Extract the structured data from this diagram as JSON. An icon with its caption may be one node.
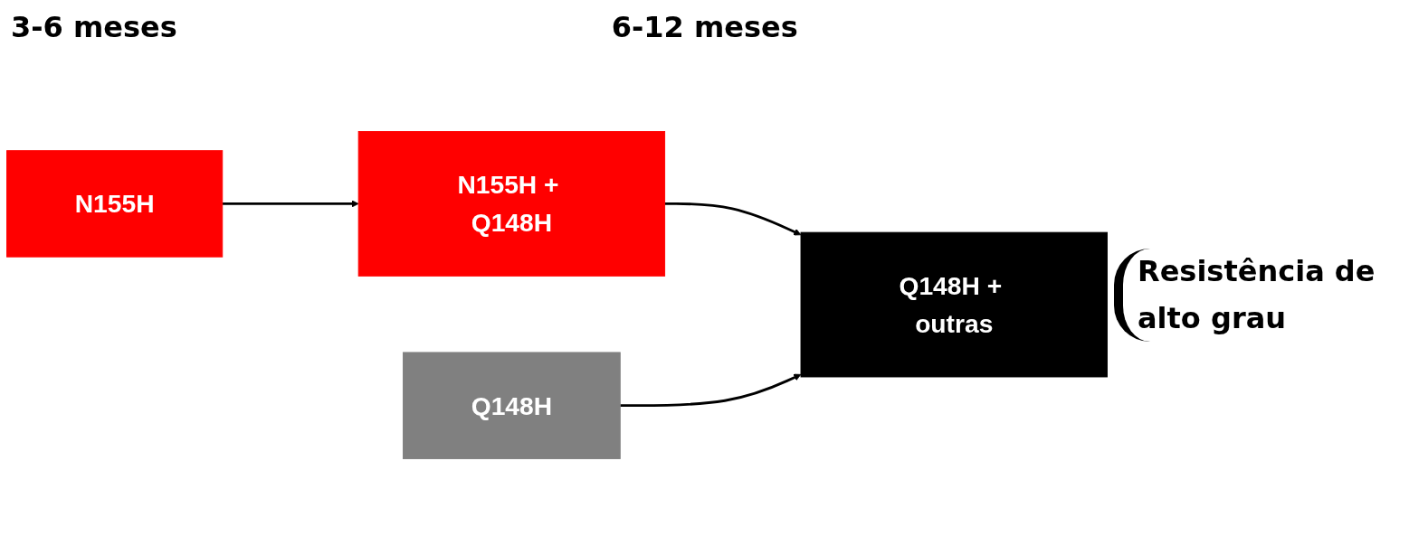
{
  "diagram": {
    "nodes": [
      {
        "text": [
          "N155H"
        ]
      },
      {
        "text": [
          "N155H + Q148H"
        ]
      },
      {
        "text": [
          "Q148H"
        ]
      },
      {
        "text": [
          "Q148H + outras"
        ]
      }
    ],
    "edges": [
      {
        "from": 0,
        "to": 1,
        "arrow": "to"
      },
      {
        "from": 1,
        "to": 3,
        "arrow": "to"
      },
      {
        "from": 2,
        "to": 3,
        "arrow": "to"
      }
    ],
    "labels": [
      "3-6 meses",
      "6-12 meses",
      "Resistência de alto grau"
    ]
  }
}
